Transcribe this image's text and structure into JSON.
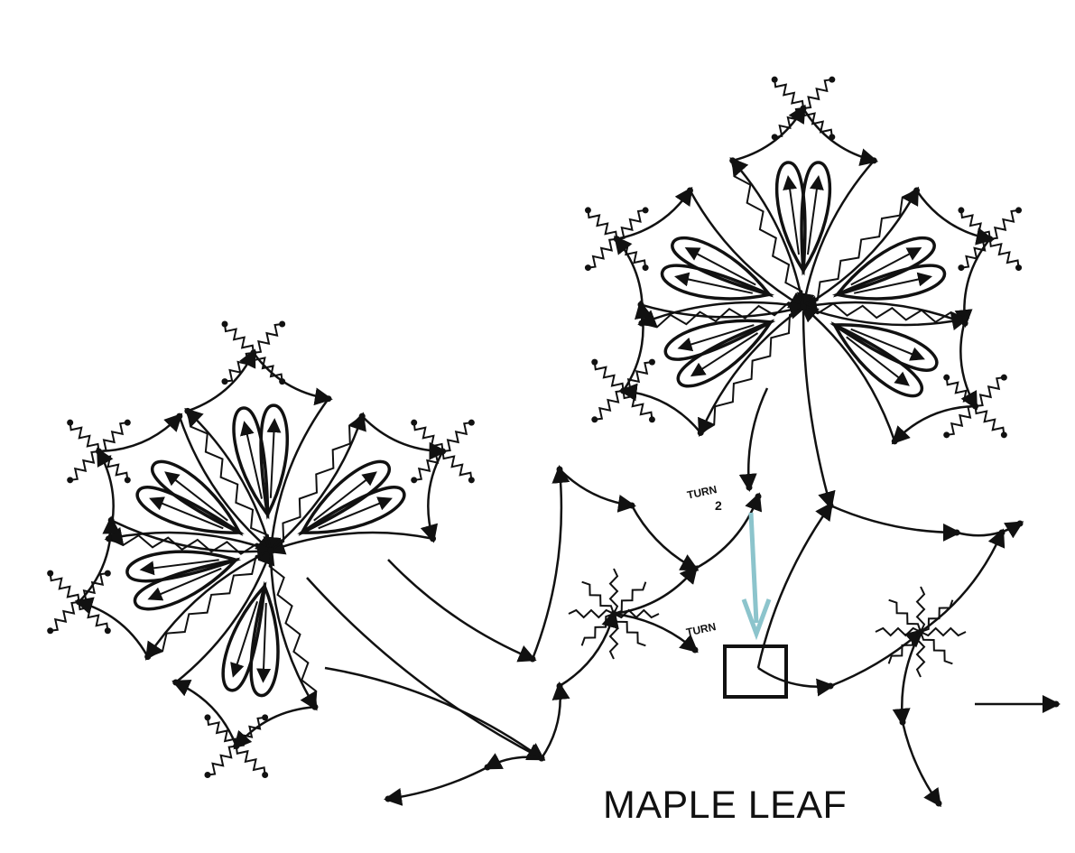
{
  "title": "MAPLE LEAF",
  "annotations": {
    "turn_upper": "TURN",
    "turn_upper_number": "2",
    "turn_lower": "TURN"
  },
  "colors": {
    "ink": "#111111",
    "indicator_arrow": "#8cc4cc",
    "background": "#ffffff"
  }
}
